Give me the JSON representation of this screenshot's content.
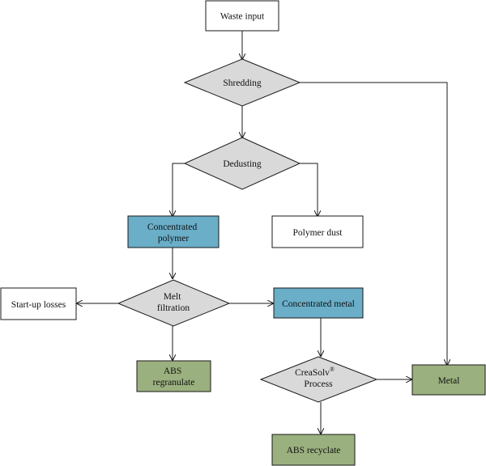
{
  "diagram": {
    "colors": {
      "process": "#ffffff",
      "decision": "#d9d9d9",
      "intermediate": "#6aaec8",
      "product": "#9bb07f",
      "stroke": "#1a1a1a"
    },
    "nodes": {
      "waste_input": {
        "label": "Waste input"
      },
      "shredding": {
        "label": "Shredding"
      },
      "dedusting": {
        "label": "Dedusting"
      },
      "concentrated_polymer": {
        "line1": "Concentrated",
        "line2": "polymer"
      },
      "polymer_dust": {
        "label": "Polymer dust"
      },
      "melt_filtration": {
        "line1": "Melt",
        "line2": "filtration"
      },
      "startup_losses": {
        "label": "Start-up losses"
      },
      "concentrated_metal": {
        "label": "Concentrated metal"
      },
      "abs_regranulate": {
        "line1": "ABS",
        "line2": "regranulate"
      },
      "creasolv": {
        "line1": "CreaSolv",
        "superscript": "®",
        "line2": "Process"
      },
      "metal": {
        "label": "Metal"
      },
      "abs_recyclate": {
        "label": "ABS recyclate"
      }
    }
  }
}
